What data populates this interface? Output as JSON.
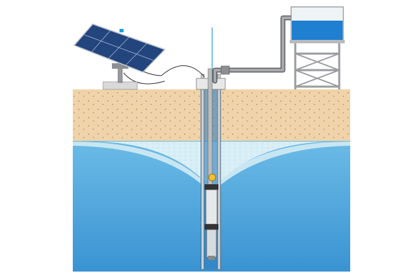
{
  "diagram": {
    "colors": {
      "soil": "#f0d3a8",
      "soil_dots": "#8a7a6a",
      "groundwater": "#4aa3da",
      "groundwater_light": "#c8e6f2",
      "panel": "#2c4f8a",
      "tank_water": "#1f7fd0",
      "pipe": "#7d7f82",
      "frame": "#9a9ca0"
    },
    "components": [
      "solar-panel",
      "water-tank-tower",
      "pipe",
      "cable",
      "well-casing",
      "submersible-pump",
      "soil-layer",
      "groundwater-layer",
      "cone-of-depression"
    ]
  }
}
